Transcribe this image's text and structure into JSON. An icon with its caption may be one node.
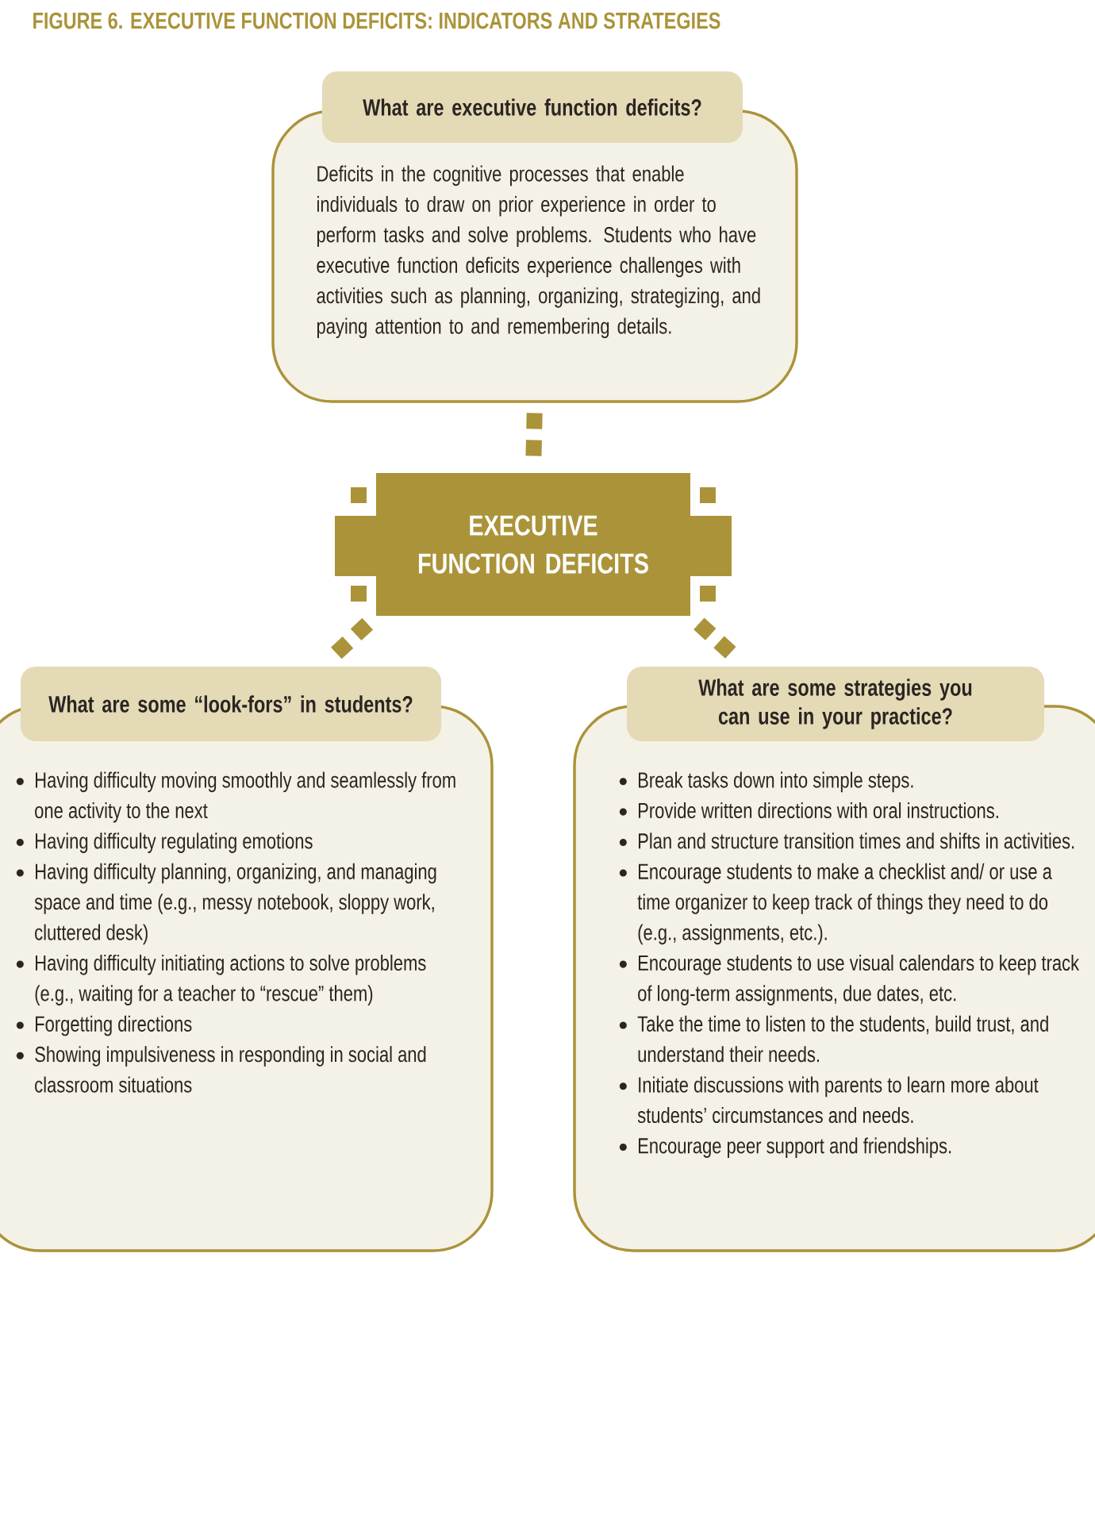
{
  "diagram": {
    "title": "FIGURE 6. EXECUTIVE FUNCTION DEFICITS: INDICATORS AND STRATEGIES",
    "nodes": [
      {
        "text": [
          "What are executive function deficits?"
        ]
      },
      {
        "text": [
          "Deficits in the cognitive processes that enable individuals to draw on prior experience in order to perform tasks and solve problems. Students who have executive function deficits experience challenges with activities such as planning, organizing, strategizing, and paying attention to and remembering details."
        ]
      },
      {
        "text": [
          "EXECUTIVE FUNCTION DEFICITS"
        ]
      },
      {
        "text": [
          "What are some “look-fors” in students?"
        ]
      },
      {
        "text": [
          "Having difficulty moving smoothly and seamlessly from one activity to the next",
          "Having difficulty regulating emotions",
          "Having difficulty planning, organizing, and managing space and time (e.g., messy notebook, sloppy work, cluttered desk)",
          "Having difficulty initiating actions to solve problems (e.g., waiting for a teacher to “rescue” them)",
          "Forgetting directions",
          "Showing impulsiveness in responding in social and classroom situations"
        ]
      },
      {
        "text": [
          "What are some strategies you can use in your practice?"
        ]
      },
      {
        "text": [
          "Break tasks down into simple steps.",
          "Provide written directions with oral instructions.",
          "Plan and structure transition times and shifts in activities.",
          "Encourage students to make a checklist and/ or use a time organizer to keep track of things they need to do (e.g., assignments, etc.).",
          "Encourage students to use visual calendars to keep track of long-term assignments, due dates, etc.",
          "Take the time to listen to the students, build trust, and understand their needs.",
          "Initiate discussions with parents to learn more about students’ circumstances and needs.",
          "Encourage peer support and friendships."
        ]
      }
    ],
    "edges": [
      {
        "from": 1,
        "to": 2,
        "arrow": "none",
        "style": "dashed"
      },
      {
        "from": 2,
        "to": 3,
        "arrow": "none",
        "style": "dashed"
      },
      {
        "from": 2,
        "to": 5,
        "arrow": "none",
        "style": "dashed"
      }
    ]
  }
}
